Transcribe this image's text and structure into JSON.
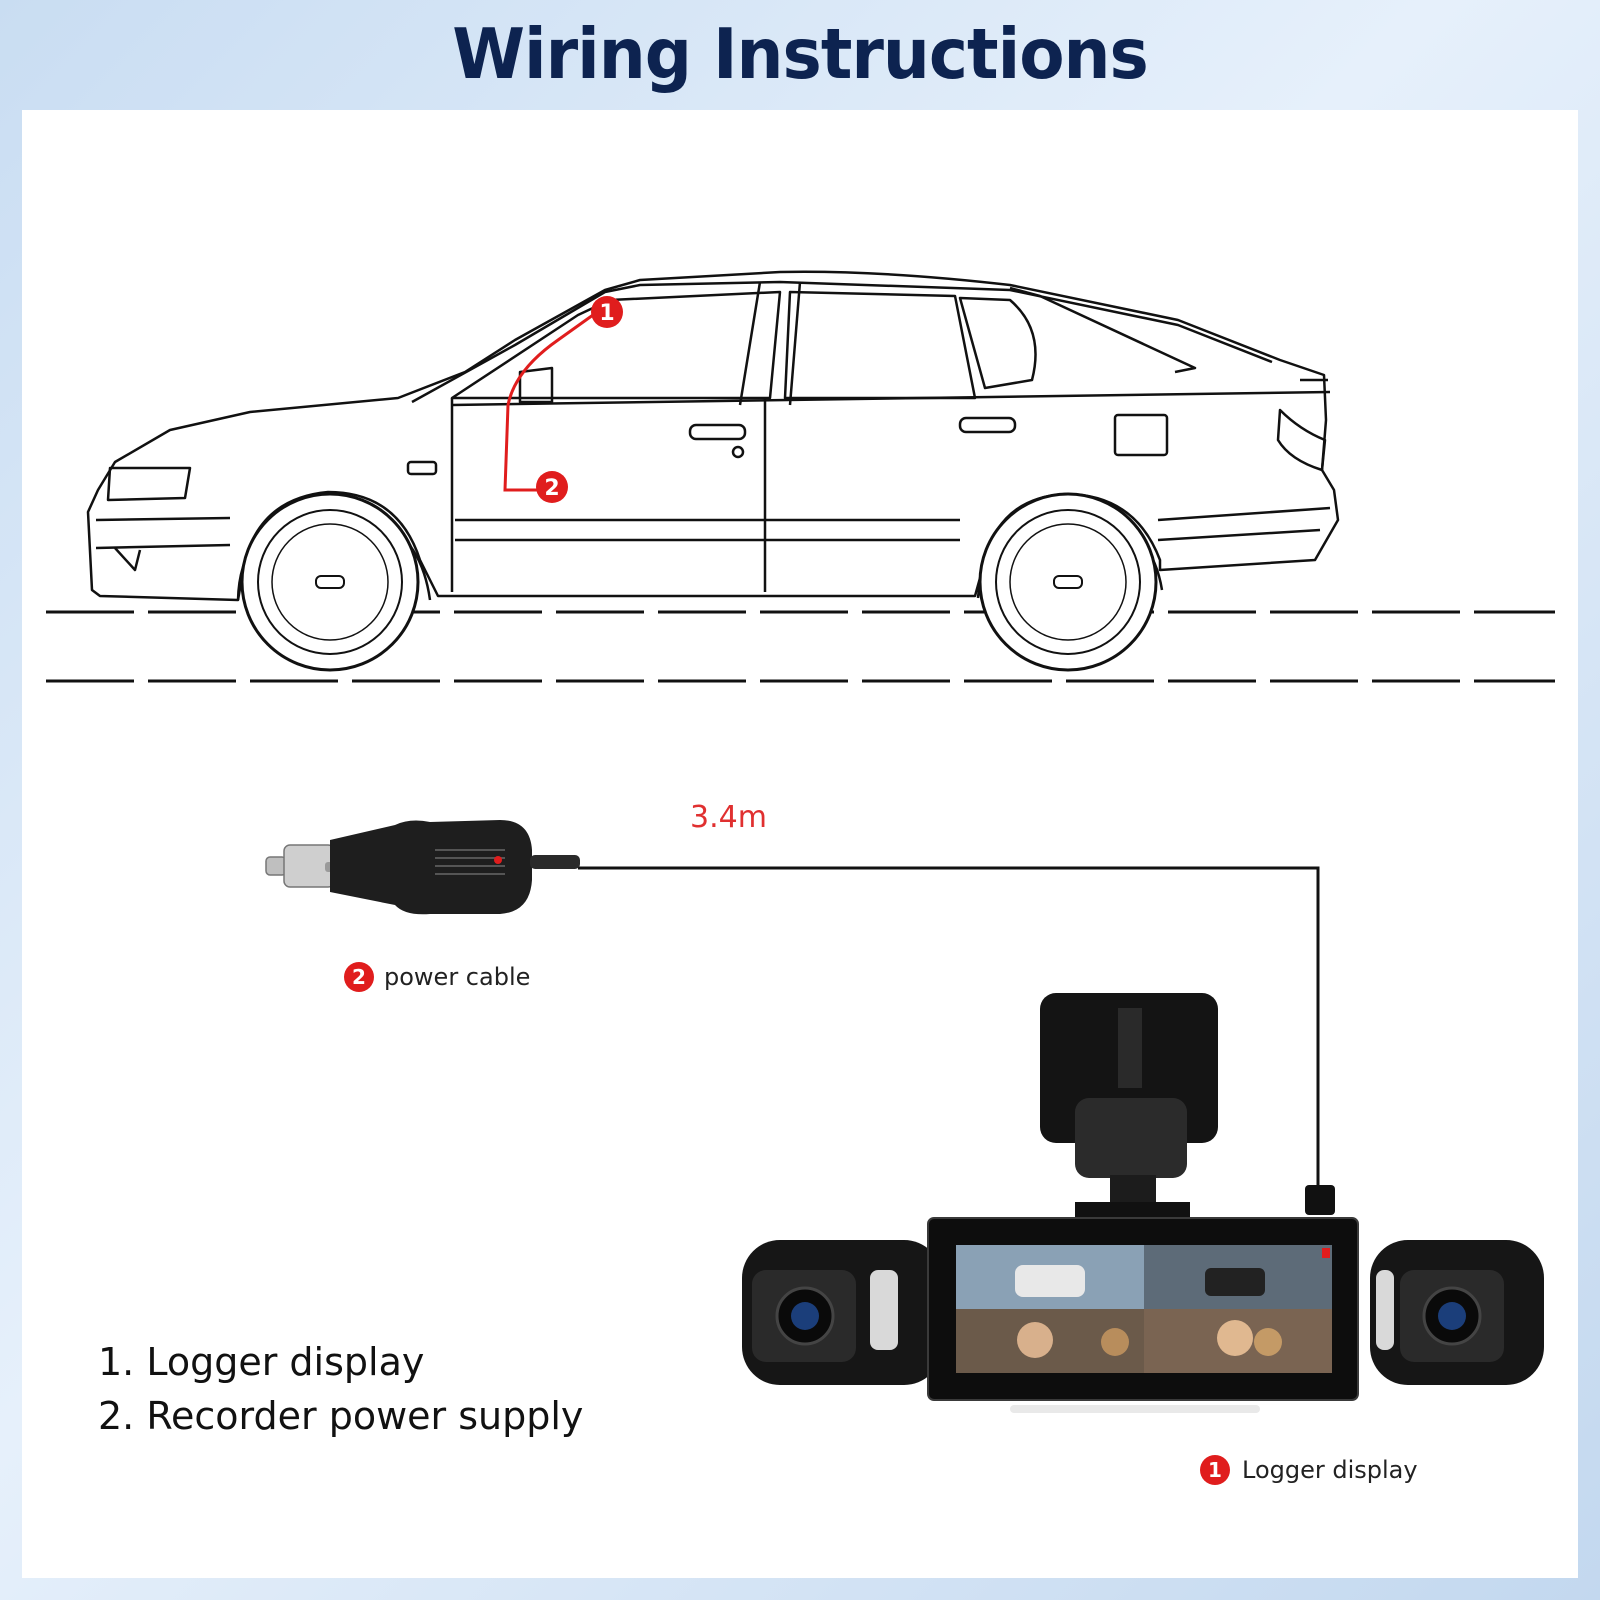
{
  "title": "Wiring Instructions",
  "car": {
    "marker_1": "1",
    "marker_2": "2",
    "accent_color": "#e01d1d"
  },
  "cable": {
    "length_label": "3.4m"
  },
  "power_cable": {
    "badge": "2",
    "label": "power cable"
  },
  "logger": {
    "badge": "1",
    "label": "Logger display"
  },
  "legend": {
    "item_1": "1. Logger display",
    "item_2": "2. Recorder power supply"
  },
  "colors": {
    "title": "#0d2350",
    "background": "#d6e6f6",
    "marker": "#e01d1d"
  }
}
